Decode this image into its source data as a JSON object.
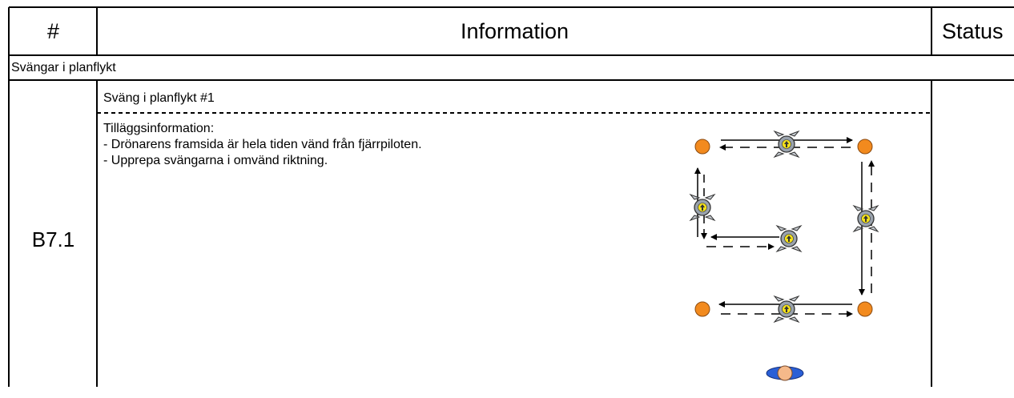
{
  "table": {
    "headers": {
      "number": "#",
      "information": "Information",
      "status": "Status"
    },
    "section_title": "Svängar i planflykt",
    "row": {
      "id": "B7.1",
      "exercise_title": "Sväng i planflykt #1",
      "info_heading": "Tilläggsinformation:",
      "info_lines": [
        "- Drönarens framsida är hela tiden vänd från fjärrpiloten.",
        "- Upprepa svängarna i omvänd riktning."
      ],
      "status": ""
    }
  },
  "diagram": {
    "icons": [
      "cone-marker",
      "drone-icon",
      "pilot-icon"
    ],
    "colors": {
      "cone": "#f28a1e",
      "drone_body": "#9aa3ad",
      "drone_arrow": "#f5e21a",
      "pilot_body": "#2a5fd6",
      "pilot_head": "#f5b98a"
    }
  }
}
